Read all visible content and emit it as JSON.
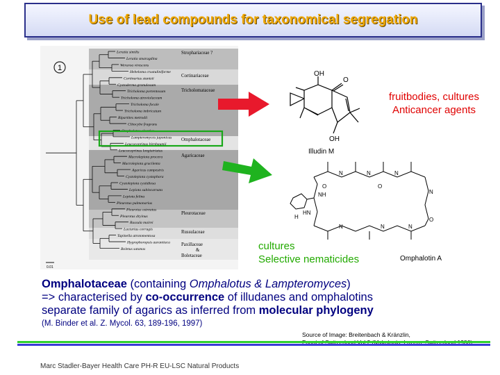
{
  "title": "Use of lead compounds for taxonomical segregation",
  "tree": {
    "panel_number": "1",
    "species": [
      "Leratia similis",
      "Leratia smaragdina",
      "Weraroa virescens",
      "Hebeloma crustuliniforme",
      "Cortinarius stuntzii",
      "Cystoderma granulosum",
      "Tricholoma portentosum",
      "Tricholoma atroviolaceum",
      "Tricholoma focale",
      "Tricholoma imbricatum",
      "Ripartites metrodii",
      "Clitocybe fragrans",
      "Omphalotus olearius",
      "Lampteromyces japonicus",
      "Leucocoprinus birnbaumii",
      "Leucocoprinus longistriatus",
      "Macrolepiota procera",
      "Macrolepiota gracilenta",
      "Agaricus campestris",
      "Cystolepiota cystophora",
      "Cystolepiota cystidiosa",
      "Lepiota subincarnata",
      "Lepiota felina",
      "Pleurotus pulmonarius",
      "Pleurotus ostreatus",
      "Pleurotus dryinus",
      "Russula mairei",
      "Lactarius corrugis",
      "Tapinella atrotomentosa",
      "Hygrophoropsis aurantiaca",
      "Boletus satanas"
    ],
    "families": [
      "Strophariaceae ?",
      "Cortinariaceae",
      "Tricholomataceae",
      "Omphalotaceae",
      "Agaricaceae",
      "Pleurotaceae",
      "Russulaceae",
      "Paxillaceae",
      "&",
      "Boletaceae"
    ],
    "scale_label": "0.01"
  },
  "compounds": {
    "illudin_label": "Illudin M",
    "illudin_oh_top": "OH",
    "illudin_o": "O",
    "illudin_oh_bottom": "OH",
    "omphalotin_label": "Omphalotin A",
    "atoms": {
      "n": "N",
      "o": "O",
      "h": "H",
      "nh": "NH",
      "hn": "HN"
    }
  },
  "activities": {
    "red_line1": "fruitbodies, cultures",
    "red_line2": "Anticancer agents",
    "green_line1": "cultures",
    "green_line2": "Selective nematicides"
  },
  "colors": {
    "red_arrow": "#e8192c",
    "green_arrow": "#1fb31f",
    "highlight_box": "#18a818",
    "navy_text": "#000080",
    "title_gold": "#f0a800"
  },
  "body": {
    "l1_bold": "Omphalotaceae",
    "l1_a": " (containing ",
    "l1_italic": "Omphalotus & Lampteromyces",
    "l1_b": ")",
    "l2_a": "=> characterised by ",
    "l2_bold": "co-occurrence",
    "l2_b": " of illudanes and omphalotins",
    "l3_a": "separate family of agarics as inferred from ",
    "l3_bold": "molecular phylogeny",
    "citation": "(M. Binder et al. Z. Mycol. 63, 189-196, 1997)"
  },
  "source": {
    "line1": "Source of Image: Breitenbach & Kränzlin,",
    "line2": "Fungi of Switzerland Vol 2 (Mykologia, Luzern, Switzerland 1986)"
  },
  "footer": "Marc Stadler-Bayer Health Care PH-R EU-LSC Natural Products"
}
